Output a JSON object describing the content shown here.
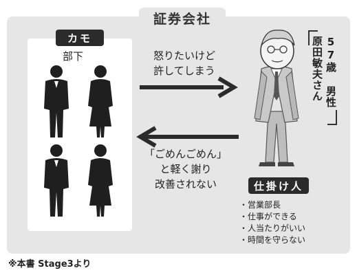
{
  "frame": {
    "title": "証券会社"
  },
  "victim_side": {
    "tag": "カモ",
    "label": "部下"
  },
  "arrows": {
    "to_manager": {
      "line1": "怒りたいけど",
      "line2": "許してしまう"
    },
    "to_staff": {
      "line1": "「ごめんごめん」",
      "line2": "と軽く謝り",
      "line3": "改善されない"
    }
  },
  "manager": {
    "name_col1": "57歳 男性",
    "name_col2": "原田敏夫さん",
    "tag": "仕掛け人",
    "traits": [
      "営業部長",
      "仕事ができる",
      "人当たりがいい",
      "時間を守らない"
    ]
  },
  "footnote": "※本書 Stage3より",
  "colors": {
    "frame": "#e6e6e6",
    "dark": "#2b2b2b",
    "panel": "#ffffff"
  }
}
